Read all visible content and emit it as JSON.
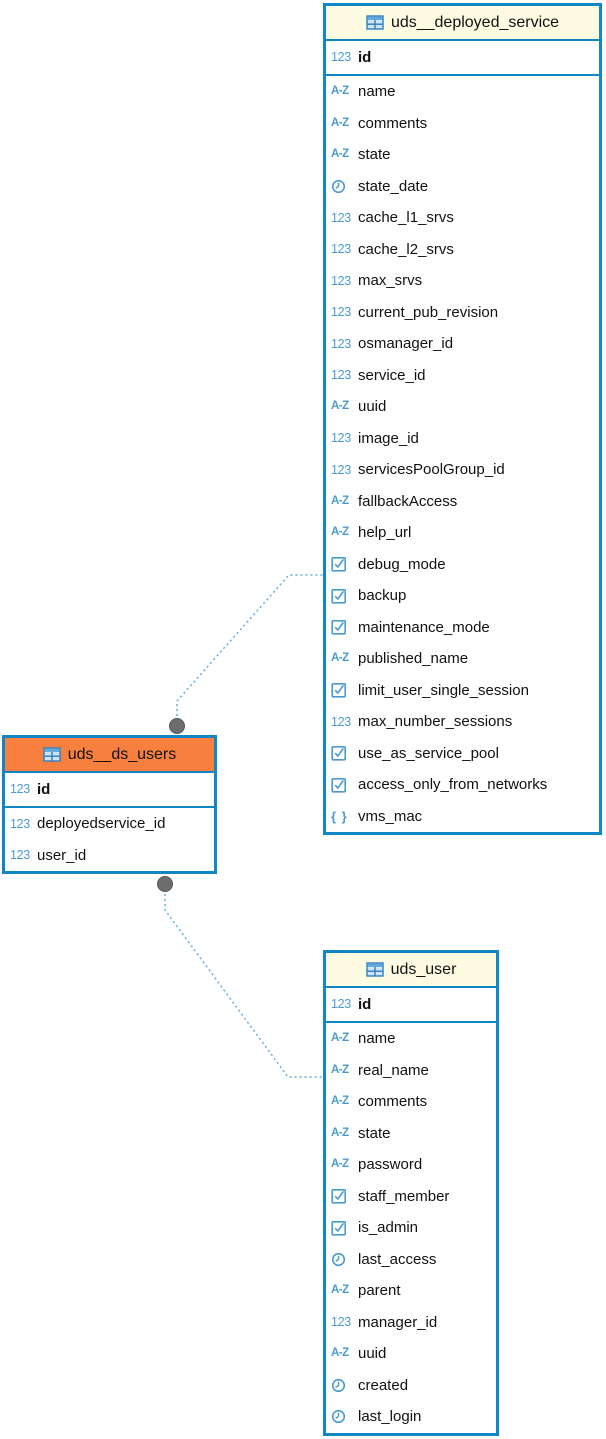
{
  "diagram": {
    "kind": "entity-relationship-diagram",
    "colors": {
      "entity-border": "#0f86c6",
      "header-default-bg": "#fdfce3",
      "header-selected-bg": "#f8803f",
      "type-icon-blue": "#4a9bd2",
      "relation-line": "#62aede",
      "relation-dot": "#6d6d6d",
      "text-color": "#111111"
    },
    "type_icons": {
      "number": "123",
      "text": "A-Z",
      "json": "{ }"
    },
    "entities": [
      {
        "title": "uds__deployed_service",
        "selected": false,
        "primary_key": [
          {
            "name": "id",
            "type": "number"
          }
        ],
        "columns": [
          {
            "name": "name",
            "type": "text"
          },
          {
            "name": "comments",
            "type": "text"
          },
          {
            "name": "state",
            "type": "text"
          },
          {
            "name": "state_date",
            "type": "datetime"
          },
          {
            "name": "cache_l1_srvs",
            "type": "number"
          },
          {
            "name": "cache_l2_srvs",
            "type": "number"
          },
          {
            "name": "max_srvs",
            "type": "number"
          },
          {
            "name": "current_pub_revision",
            "type": "number"
          },
          {
            "name": "osmanager_id",
            "type": "number"
          },
          {
            "name": "service_id",
            "type": "number"
          },
          {
            "name": "uuid",
            "type": "text"
          },
          {
            "name": "image_id",
            "type": "number"
          },
          {
            "name": "servicesPoolGroup_id",
            "type": "number"
          },
          {
            "name": "fallbackAccess",
            "type": "text"
          },
          {
            "name": "help_url",
            "type": "text"
          },
          {
            "name": "debug_mode",
            "type": "boolean"
          },
          {
            "name": "backup",
            "type": "boolean"
          },
          {
            "name": "maintenance_mode",
            "type": "boolean"
          },
          {
            "name": "published_name",
            "type": "text"
          },
          {
            "name": "limit_user_single_session",
            "type": "boolean"
          },
          {
            "name": "max_number_sessions",
            "type": "number"
          },
          {
            "name": "use_as_service_pool",
            "type": "boolean"
          },
          {
            "name": "access_only_from_networks",
            "type": "boolean"
          },
          {
            "name": "vms_mac",
            "type": "json"
          }
        ]
      },
      {
        "title": "uds__ds_users",
        "selected": true,
        "primary_key": [
          {
            "name": "id",
            "type": "number"
          }
        ],
        "columns": [
          {
            "name": "deployedservice_id",
            "type": "number"
          },
          {
            "name": "user_id",
            "type": "number"
          }
        ]
      },
      {
        "title": "uds_user",
        "selected": false,
        "primary_key": [
          {
            "name": "id",
            "type": "number"
          }
        ],
        "columns": [
          {
            "name": "name",
            "type": "text"
          },
          {
            "name": "real_name",
            "type": "text"
          },
          {
            "name": "comments",
            "type": "text"
          },
          {
            "name": "state",
            "type": "text"
          },
          {
            "name": "password",
            "type": "text"
          },
          {
            "name": "staff_member",
            "type": "boolean"
          },
          {
            "name": "is_admin",
            "type": "boolean"
          },
          {
            "name": "last_access",
            "type": "datetime"
          },
          {
            "name": "parent",
            "type": "text"
          },
          {
            "name": "manager_id",
            "type": "number"
          },
          {
            "name": "uuid",
            "type": "text"
          },
          {
            "name": "created",
            "type": "datetime"
          },
          {
            "name": "last_login",
            "type": "datetime"
          }
        ]
      }
    ],
    "relations": [
      {
        "from": "uds__ds_users",
        "to": "uds__deployed_service"
      },
      {
        "from": "uds__ds_users",
        "to": "uds_user"
      }
    ]
  }
}
